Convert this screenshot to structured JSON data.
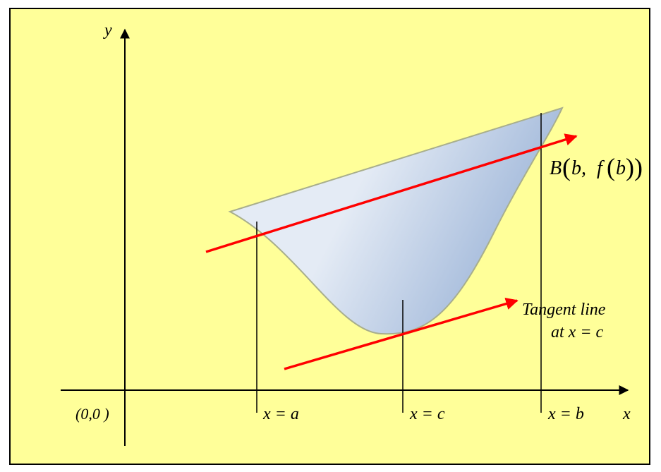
{
  "diagram": {
    "colors": {
      "background": "#FFFF99",
      "frame": "#000000",
      "axis": "#000000",
      "secant": "#FF0000",
      "tangent": "#FF0000",
      "curve_fill_light": "#E4EBF5",
      "curve_fill_dark": "#9DB5D8",
      "curve_edge": "#A8AE8C"
    },
    "axes": {
      "y_label": "y",
      "x_label": "x",
      "origin_label": "(0,0 )"
    },
    "markers": {
      "a_label": "x = a",
      "c_label": "x = c",
      "b_label": "x = b"
    },
    "point_b_label": {
      "b": "B",
      "open": "(",
      "arg1": "b,",
      "f": "f",
      "inner_open": "(",
      "inner_b": "b",
      "inner_close": ")",
      "close": ")"
    },
    "tangent_label": {
      "line1": "Tangent line",
      "line2": "at x = c"
    }
  }
}
